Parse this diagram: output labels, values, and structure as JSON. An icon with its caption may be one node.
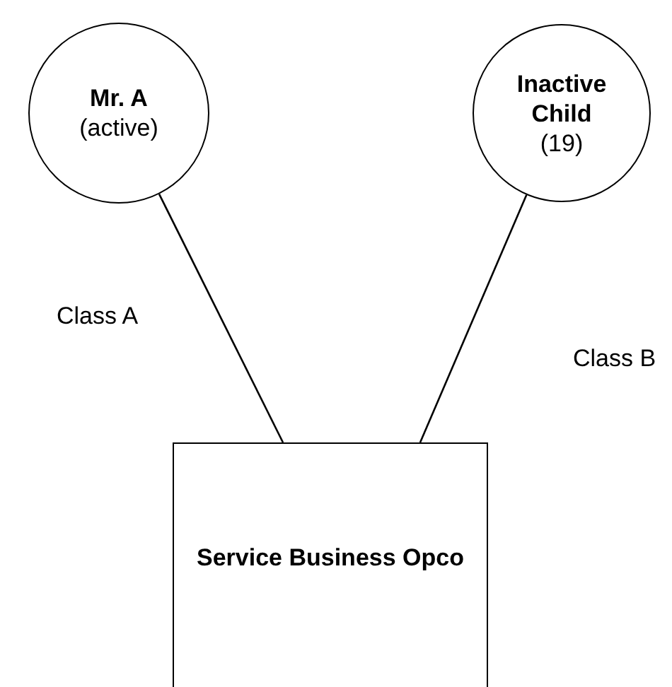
{
  "diagram": {
    "nodes": [
      {
        "text": [
          "Mr. A",
          "(active)"
        ]
      },
      {
        "text": [
          "Inactive Child",
          "(19)"
        ]
      },
      {
        "text": [
          "Service Business Opco"
        ]
      }
    ],
    "edges": [
      {
        "from": 0,
        "to": 2,
        "arrow": "none",
        "label": "Class A"
      },
      {
        "from": 1,
        "to": 2,
        "arrow": "none",
        "label": "Class B"
      }
    ]
  }
}
